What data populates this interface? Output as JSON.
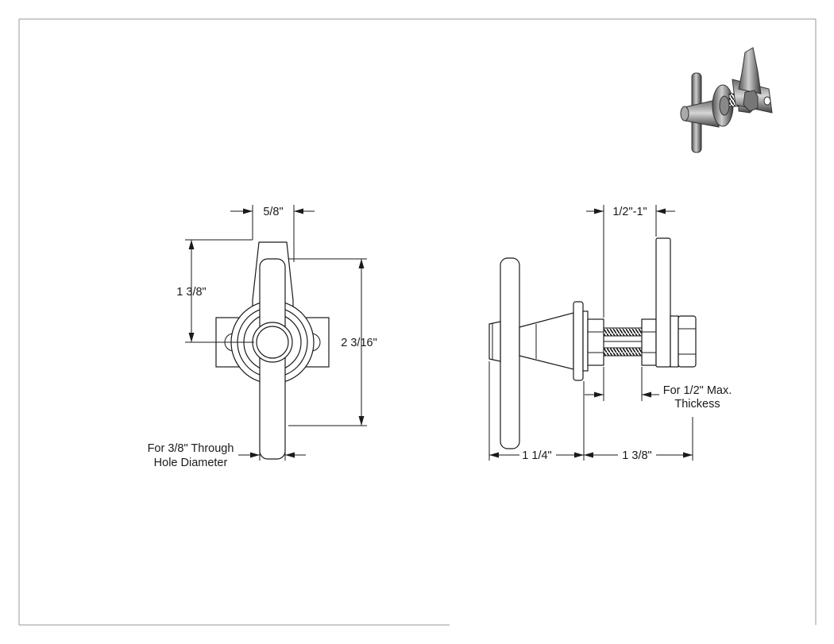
{
  "front_view": {
    "dim_width": "5/8\"",
    "dim_upper_height": "1 3/8\"",
    "dim_total_height": "2 3/16\"",
    "note_hole_line1": "For 3/8\" Through",
    "note_hole_line2": "Hole Diameter"
  },
  "side_view": {
    "dim_gap": "1/2\"-1\"",
    "dim_head_length": "1 1/4\"",
    "dim_bolt_length": "1 3/8\"",
    "note_thickness_line1": "For 1/2\" Max.",
    "note_thickness_line2": "Thickess"
  },
  "colors": {
    "line": "#1a1a1a",
    "frame": "#9a9a9a",
    "background": "#ffffff"
  }
}
